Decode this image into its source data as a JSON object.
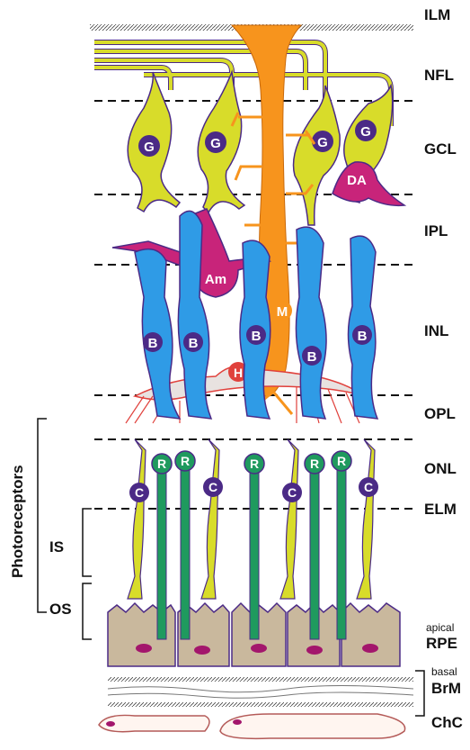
{
  "layers": {
    "ilm": "ILM",
    "nfl": "NFL",
    "gcl": "GCL",
    "ipl": "IPL",
    "inl": "INL",
    "opl": "OPL",
    "onl": "ONL",
    "elm": "ELM",
    "apical": "apical",
    "rpe": "RPE",
    "basal": "basal",
    "brm": "BrM",
    "chc": "ChC"
  },
  "side_labels": {
    "photoreceptors": "Photoreceptors",
    "is": "IS",
    "os": "OS"
  },
  "cells": {
    "ganglion": "G",
    "displaced_amacrine": "DA",
    "amacrine": "Am",
    "muller": "M",
    "bipolar": "B",
    "horizontal": "H",
    "rod": "R",
    "cone": "C"
  },
  "colors": {
    "ganglion": "#d8dc2a",
    "bipolar": "#2f9be6",
    "muller": "#f7941d",
    "amacrine": "#c8247a",
    "horizontal": "#e8e2e0",
    "horizontal_label": "#e0413c",
    "rod": "#1f9a5e",
    "cone": "#d8dc2a",
    "outline": "#4b2a86",
    "rpe": "#c9b89d",
    "rpe_nucleus": "#a3166c",
    "choroid": "#b45a58"
  }
}
